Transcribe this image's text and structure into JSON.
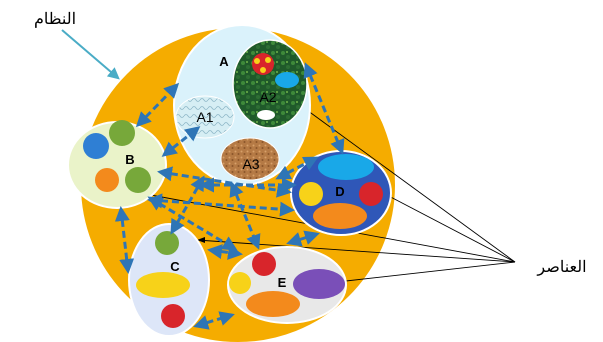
{
  "system_label": "النظام",
  "elements_label": "العناصر",
  "nodes": {
    "a": {
      "label": "A",
      "sub1": "A1",
      "sub2": "A2",
      "sub3": "A3"
    },
    "b": {
      "label": "B"
    },
    "c": {
      "label": "C"
    },
    "d": {
      "label": "D"
    },
    "e": {
      "label": "E"
    }
  },
  "colors": {
    "system_fill": "#f5ac00",
    "system_stroke": "#ffffff",
    "arrow_dashed": "#2e75b6",
    "pointer_teal": "#4aacc6",
    "node_a_fill": "#daf2fb",
    "node_b_fill": "#eaf3c9",
    "node_c_fill": "#dde6f8",
    "node_d_fill": "#2f57b8",
    "node_e_fill": "#e8e8e8",
    "red": "#d8252b",
    "green": "#77a83a",
    "orange": "#f38a1c",
    "yellow": "#f7d219",
    "blue": "#2f7fd4",
    "purple": "#7a4fb8",
    "cyan": "#19a8e8"
  }
}
